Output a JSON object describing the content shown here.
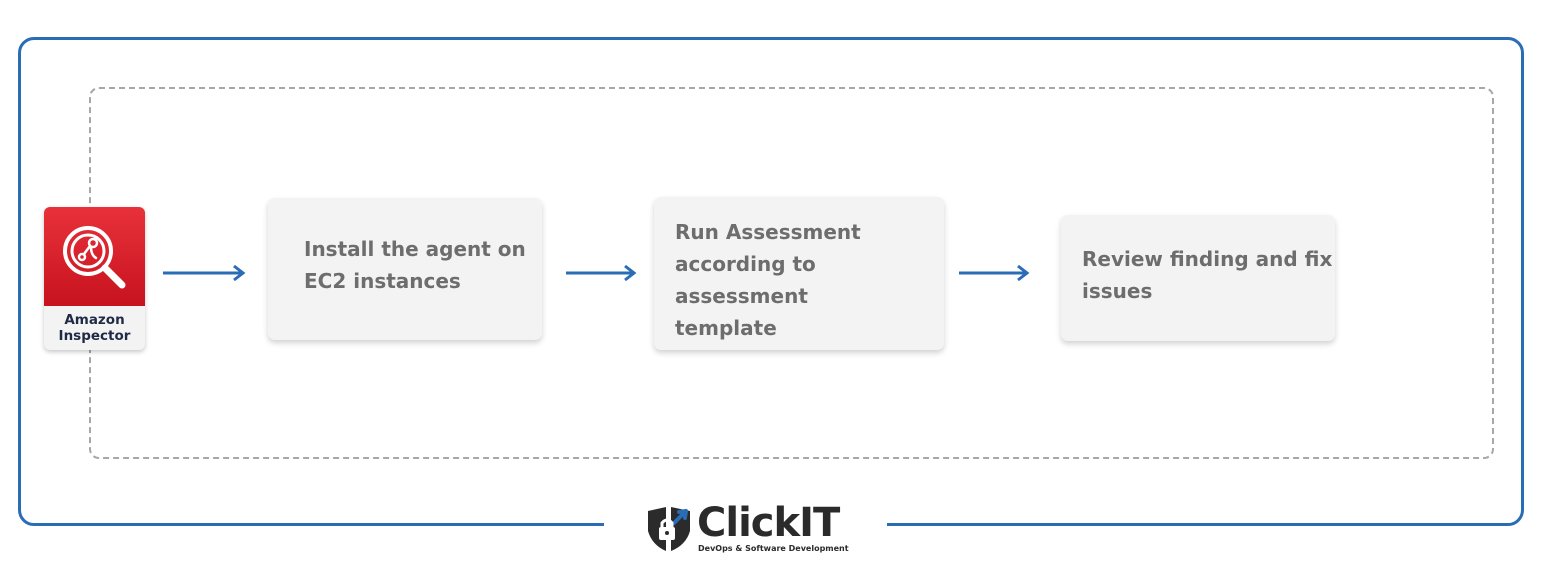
{
  "service": {
    "name_line1": "Amazon",
    "name_line2": "Inspector",
    "icon": "inspector-magnifier-icon",
    "color": "#d8202b"
  },
  "steps": [
    {
      "line1": "Install the agent on",
      "line2": "EC2 instances",
      "line3": ""
    },
    {
      "line1": "Run Assessment",
      "line2": "according to assessment",
      "line3": "template"
    },
    {
      "line1": "Review finding and fix",
      "line2": "issues",
      "line3": ""
    }
  ],
  "logo": {
    "word": "ClickIT",
    "tagline": "DevOps & Software Development"
  },
  "colors": {
    "frame": "#2a6db5",
    "arrow": "#2a6db5",
    "step_text": "#6d6d6d",
    "dashed_border": "#a7a7a7"
  }
}
